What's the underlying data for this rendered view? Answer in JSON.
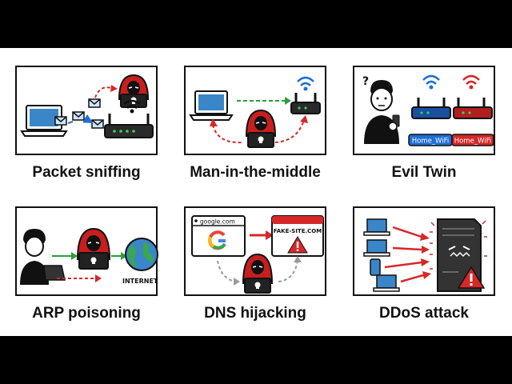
{
  "tiles": [
    {
      "id": "packet-sniffing",
      "caption": "Packet sniffing"
    },
    {
      "id": "man-in-the-middle",
      "caption": "Man-in-the-middle"
    },
    {
      "id": "evil-twin",
      "caption": "Evil Twin",
      "left_ap_label": "Home_WiFi",
      "right_ap_label": "Home_WiFi"
    },
    {
      "id": "arp-poisoning",
      "caption": "ARP poisoning",
      "internet_label": "INTERNET"
    },
    {
      "id": "dns-hijacking",
      "caption": "DNS hijacking",
      "legit_url": "google.com",
      "fake_url": "FAKE-SITE.COM"
    },
    {
      "id": "ddos-attack",
      "caption": "DDoS attack"
    }
  ],
  "colors": {
    "hacker": "#c81e1e",
    "wifi_blue": "#1f6fd6",
    "wifi_red": "#d62828",
    "arrow_green": "#2e9e3a",
    "arrow_red": "#d62828",
    "screen": "#3a86c8"
  }
}
